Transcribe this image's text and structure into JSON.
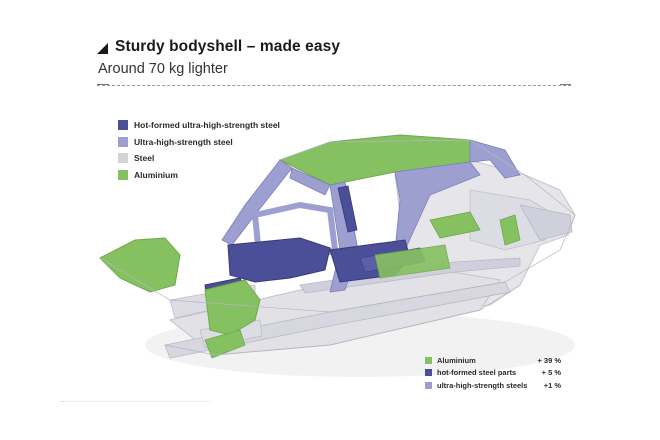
{
  "header": {
    "title": "Sturdy bodyshell – made easy",
    "subtitle": "Around 70 kg lighter"
  },
  "legend": {
    "items": [
      {
        "label": "Hot-formed ultra-high-strength steel",
        "color": "#4b4f97"
      },
      {
        "label": "Ultra-high-strength steel",
        "color": "#9d9fd0"
      },
      {
        "label": "Steel",
        "color": "#d3d3d3"
      },
      {
        "label": "Aluminium",
        "color": "#86c161"
      }
    ]
  },
  "stats": {
    "rows": [
      {
        "label": "Aluminium",
        "value": "+ 39 %",
        "color": "#86c161"
      },
      {
        "label": "hot-formed steel parts",
        "value": "+ 5 %",
        "color": "#4b4f97"
      },
      {
        "label": "ultra-high-strength steels",
        "value": "+1 %",
        "color": "#9d9fd0"
      }
    ]
  }
}
